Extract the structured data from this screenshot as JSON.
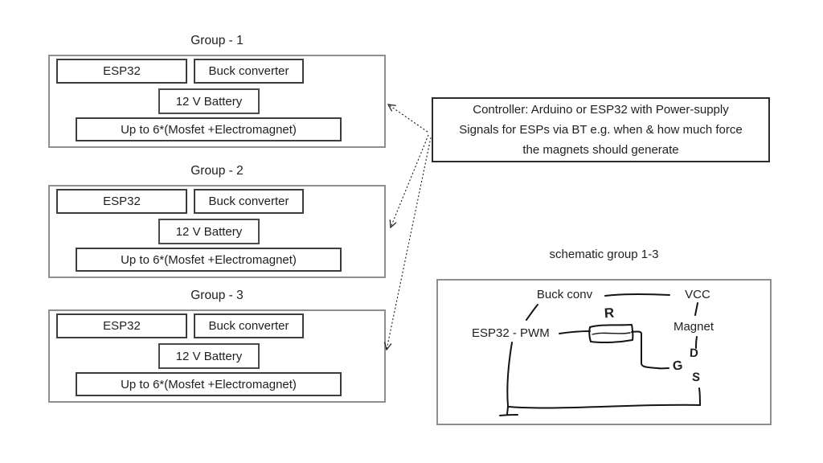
{
  "groups": [
    {
      "title": "Group - 1",
      "esp32": "ESP32",
      "buck_converter": "Buck converter",
      "battery": "12 V Battery",
      "mosfet_row": "Up to 6*(Mosfet +Electromagnet)"
    },
    {
      "title": "Group - 2",
      "esp32": "ESP32",
      "buck_converter": "Buck converter",
      "battery": "12 V Battery",
      "mosfet_row": "Up to 6*(Mosfet +Electromagnet)"
    },
    {
      "title": "Group - 3",
      "esp32": "ESP32",
      "buck_converter": "Buck converter",
      "battery": "12 V Battery",
      "mosfet_row": "Up to 6*(Mosfet +Electromagnet)"
    }
  ],
  "controller_note": {
    "lines": [
      "Controller: Arduino or ESP32 with Power-supply",
      "Signals for ESPs via BT e.g. when & how much force",
      "the magnets should generate"
    ]
  },
  "schematic": {
    "title": "schematic group 1-3",
    "labels": {
      "buck_conv": "Buck conv",
      "vcc": "VCC",
      "esp_pwm": "ESP32 - PWM",
      "resistor": "R",
      "magnet": "Magnet",
      "drain": "D",
      "gate": "G",
      "source": "S"
    }
  },
  "colors": {
    "background": "#ffffff",
    "outer_box_border": "#8f8f8f",
    "inner_box_border": "#3d3d3d",
    "controller_border": "#2b2b2b",
    "line": "#1c1c1c",
    "text": "#1f1f1f"
  }
}
